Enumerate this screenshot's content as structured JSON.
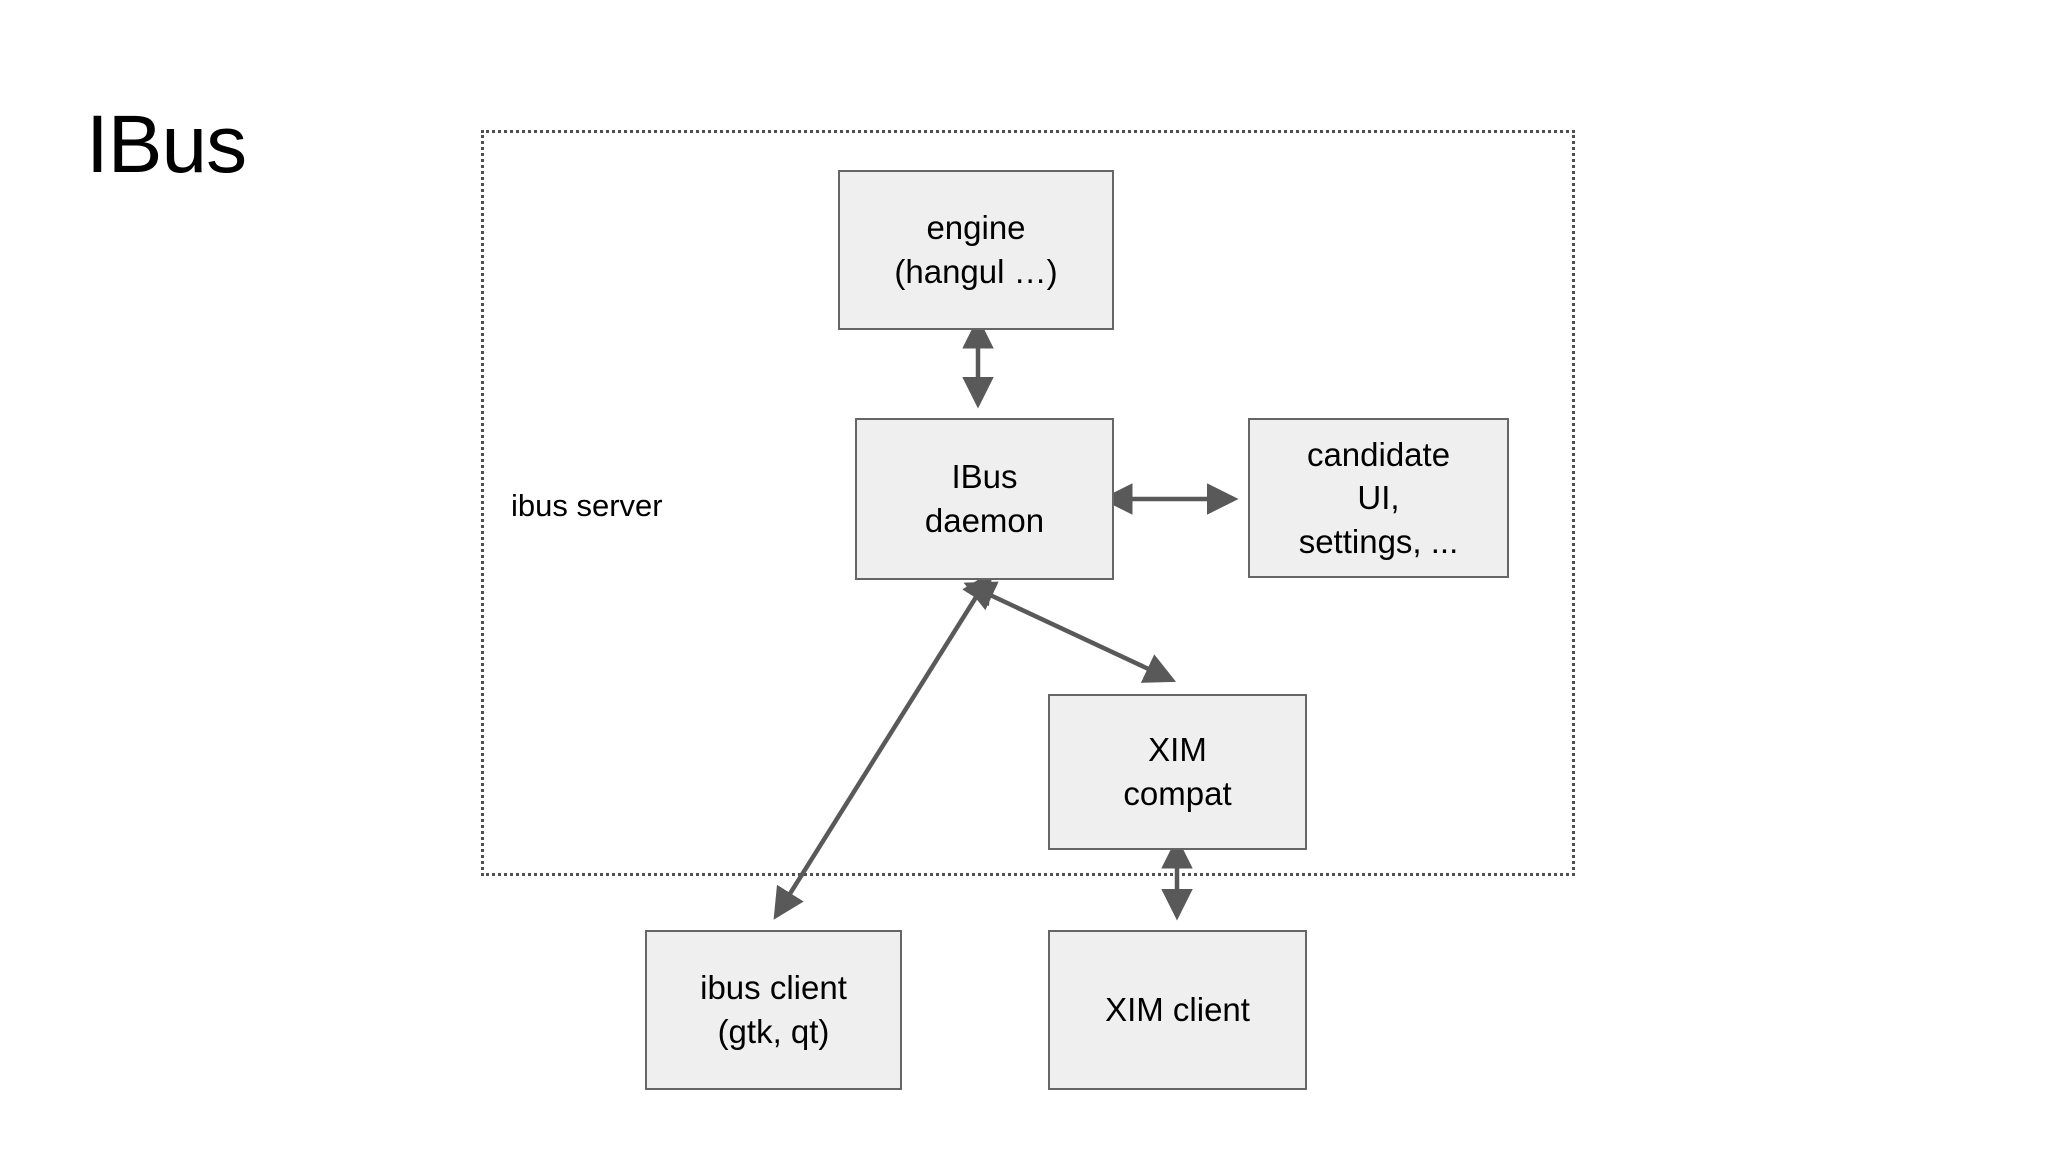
{
  "page": {
    "title": "IBus",
    "background_color": "#ffffff"
  },
  "diagram": {
    "type": "block-diagram",
    "node_fill_color": "#efefef",
    "node_border_color": "#666666",
    "edge_color": "#595959",
    "container_border_color": "#4f4f4f",
    "container": {
      "label": "ibus server",
      "border_style": "dotted"
    },
    "nodes": [
      {
        "id": "engine",
        "lines": [
          "engine",
          "(hangul …)"
        ]
      },
      {
        "id": "daemon",
        "lines": [
          "IBus",
          "daemon"
        ]
      },
      {
        "id": "candidate_ui",
        "lines": [
          "candidate",
          "UI,",
          "settings, ..."
        ]
      },
      {
        "id": "xim_compat",
        "lines": [
          "XIM",
          "compat"
        ]
      },
      {
        "id": "ibus_client",
        "lines": [
          "ibus client",
          "(gtk, qt)"
        ]
      },
      {
        "id": "xim_client",
        "lines": [
          "XIM client"
        ]
      }
    ],
    "edges": [
      {
        "from": "engine",
        "to": "daemon",
        "direction": "both",
        "orientation": "vertical"
      },
      {
        "from": "daemon",
        "to": "candidate_ui",
        "direction": "both",
        "orientation": "horizontal"
      },
      {
        "from": "daemon",
        "to": "ibus_client",
        "direction": "both",
        "orientation": "diagonal"
      },
      {
        "from": "daemon",
        "to": "xim_compat",
        "direction": "both",
        "orientation": "diagonal"
      },
      {
        "from": "xim_compat",
        "to": "xim_client",
        "direction": "both",
        "orientation": "vertical"
      }
    ]
  }
}
